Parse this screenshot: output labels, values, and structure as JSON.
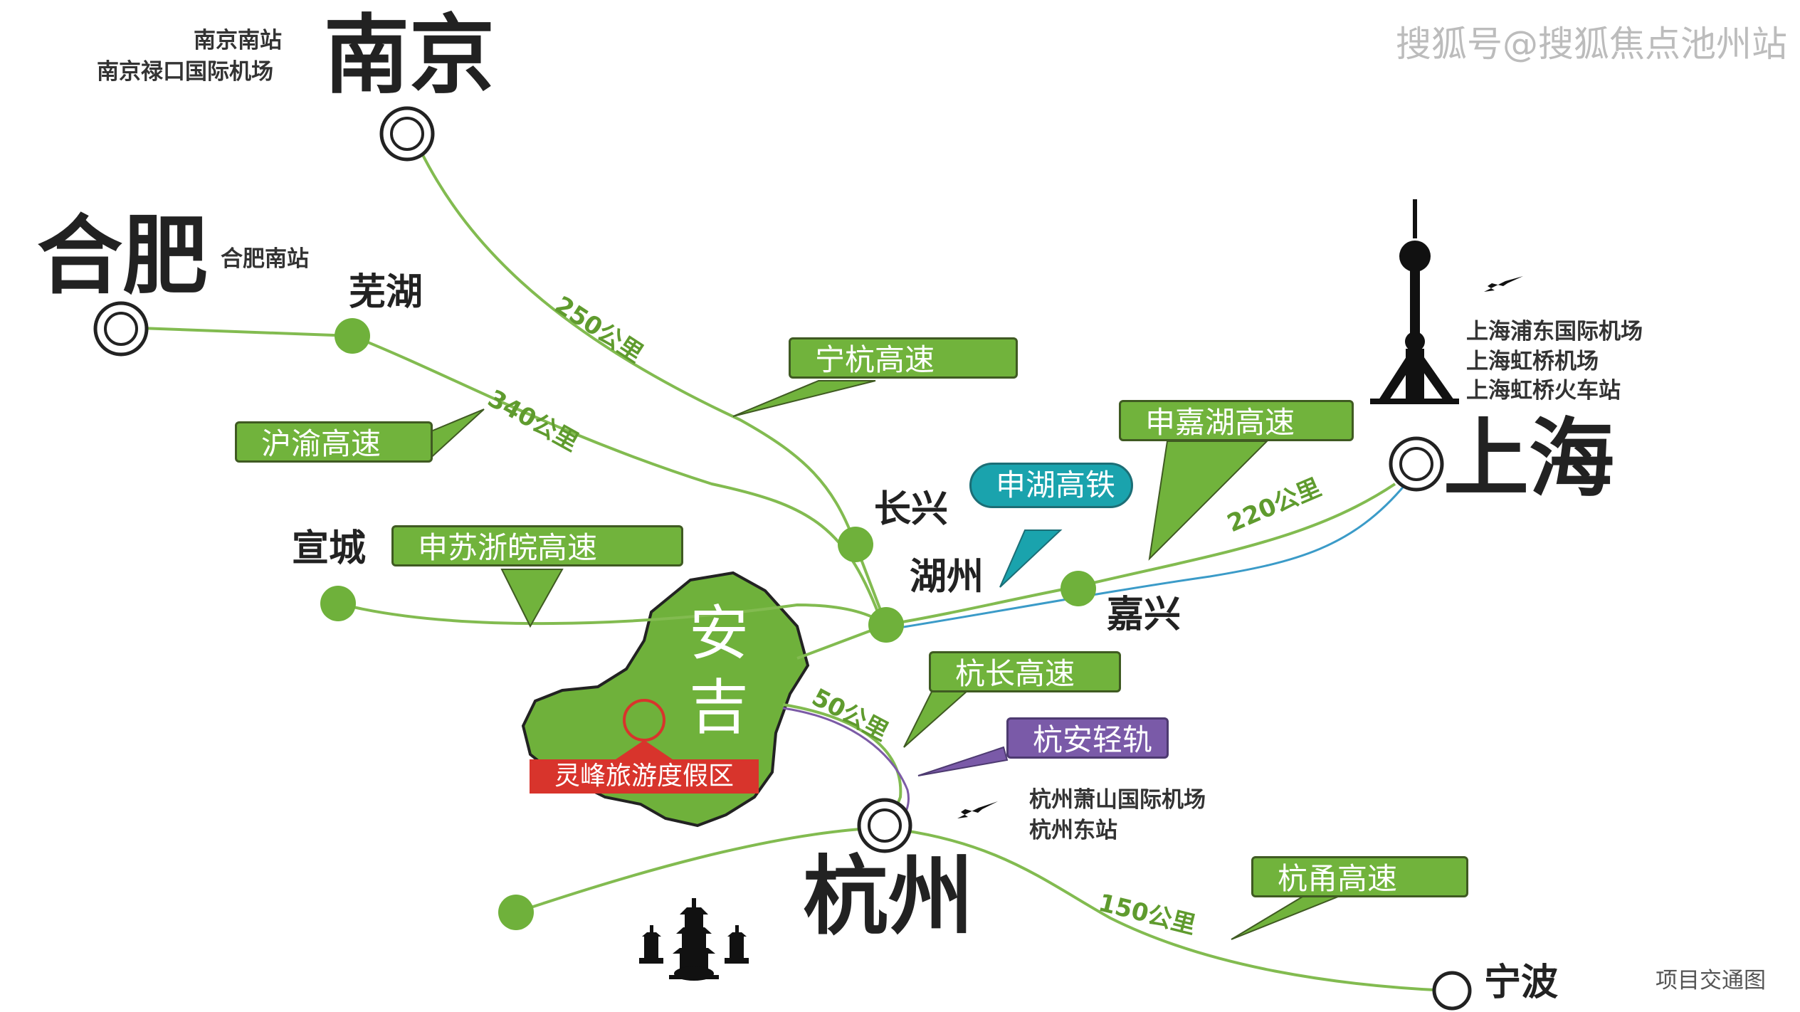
{
  "watermark": "搜狐号@搜狐焦点池州站",
  "caption": "项目交通图",
  "cities": {
    "nanjing": "南京",
    "hefei": "合肥",
    "shanghai": "上海",
    "hangzhou": "杭州",
    "wuhu": "芜湖",
    "xuancheng": "宣城",
    "changxing": "长兴",
    "huzhou": "湖州",
    "jiaxing": "嘉兴",
    "ningbo": "宁波",
    "anji_1": "安",
    "anji_2": "吉"
  },
  "notes": {
    "nanjing_1": "南京南站",
    "nanjing_2": "南京禄口国际机场",
    "hefei_1": "合肥南站",
    "shanghai_1": "上海浦东国际机场",
    "shanghai_2": "上海虹桥机场",
    "shanghai_3": "上海虹桥火车站",
    "hangzhou_1": "杭州萧山国际机场",
    "hangzhou_2": "杭州东站"
  },
  "resort": "灵峰旅游度假区",
  "highways": {
    "ninghang": "宁杭高速",
    "huyu": "沪渝高速",
    "shensuzhewan": "申苏浙皖高速",
    "shenjiahu": "申嘉湖高速",
    "shenhu_rail": "申湖高铁",
    "hangchang": "杭长高速",
    "hangan_rail": "杭安轻轨",
    "hangyong": "杭甬高速"
  },
  "distances": {
    "nanjing": "250公里",
    "hefei": "340公里",
    "shanghai": "220公里",
    "hangzhou": "50公里",
    "ningbo": "150公里"
  },
  "colors": {
    "route": "#82bb50",
    "green_label": "#71b33c",
    "teal_label": "#1aa3ad",
    "purple_label": "#7a5aa8",
    "resort_red": "#d8342c",
    "rail_blue": "#3b9bc8",
    "rail_purple": "#7c5ba6"
  }
}
